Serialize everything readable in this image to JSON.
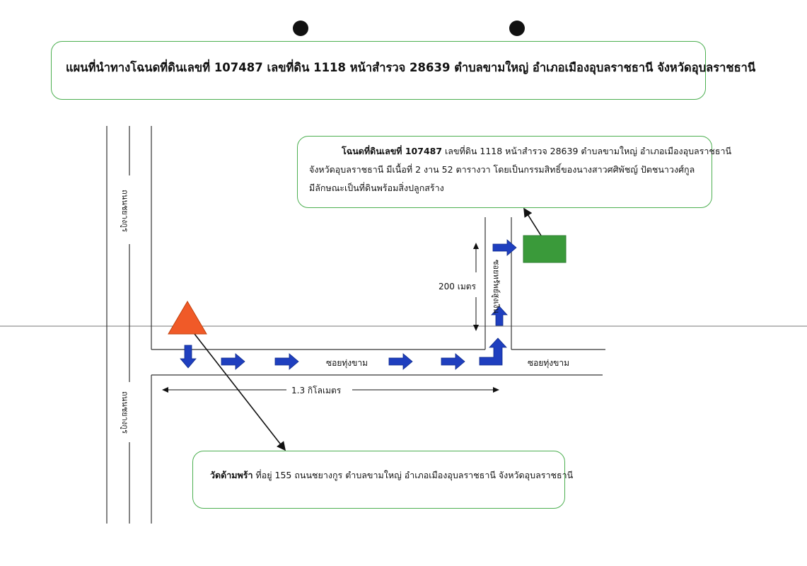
{
  "title": "แผนที่นำทางโฉนดที่ดินเลขที่ 107487 เลขที่ดิน 1118 หน้าสำรวจ 28639 ตำบลขามใหญ่ อำเภอเมืองอุบลราชธานี จังหวัดอุบลราชธานี",
  "deed": {
    "bold": "โฉนดที่ดินเลขที่ 107487",
    "line1": " เลขที่ดิน 1118 หน้าสำรวจ 28639 ตำบลขามใหญ่ อำเภอเมืองอุบลราชธานี",
    "line2": "จังหวัดอุบลราชธานี มีเนื้อที่ 2 งาน 52 ตารางวา โดยเป็นกรรมสิทธิ์ของนางสาวศศิพัชญ์ ปัตชนาวงศ์กูล",
    "line3": "มีลักษณะเป็นที่ดินพร้อมสิ่งปลูกสร้าง"
  },
  "temple": {
    "bold": "วัดด้ามพร้า",
    "text": " ที่อยู่ 155 ถนนชยางกูร ตำบลขามใหญ่  อำเภอเมืองอุบลราชธานี จังหวัดอุบลราชธานี"
  },
  "labels": {
    "road_main_top": "ถนนชยางกูร",
    "road_main_bottom": "ถนนชยางกูร",
    "soi_thung_kham_1": "ซอยทุ่งขาม",
    "soi_thung_kham_2": "ซอยทุ่งขาม",
    "soi_sapsung_ngoen": "ซอยทรัพย์สูงเงิน",
    "distance_200": "200 เมตร",
    "distance_1_3": "1.3 กิโลเมตร"
  },
  "colors": {
    "box_border": "#4caf50",
    "arrow_blue": "#1f3fbf",
    "land_green": "#3a9a3a",
    "temple_orange": "#f05a28"
  },
  "icons": {
    "start_marker": "triangle-icon",
    "destination": "land-plot-icon",
    "route_arrows": "arrow-right-icon"
  }
}
